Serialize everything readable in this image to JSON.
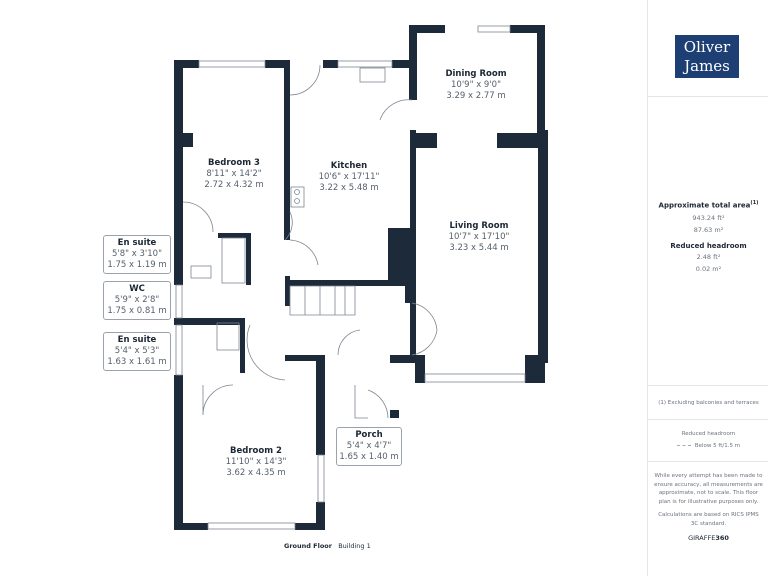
{
  "rooms": [
    {
      "name": "Dining Room",
      "imperial": "10'9\" x 9'0\"",
      "metric": "3.29 x 2.77 m"
    },
    {
      "name": "Bedroom 3",
      "imperial": "8'11\" x 14'2\"",
      "metric": "2.72 x 4.32 m"
    },
    {
      "name": "Kitchen",
      "imperial": "10'6\" x 17'11\"",
      "metric": "3.22 x 5.48 m"
    },
    {
      "name": "Living Room",
      "imperial": "10'7\" x 17'10\"",
      "metric": "3.23 x 5.44 m"
    },
    {
      "name": "Bedroom 2",
      "imperial": "11'10\" x 14'3\"",
      "metric": "3.62 x 4.35 m"
    }
  ],
  "callouts": [
    {
      "name": "En suite",
      "imperial": "5'8\" x 3'10\"",
      "metric": "1.75 x 1.19 m"
    },
    {
      "name": "WC",
      "imperial": "5'9\" x 2'8\"",
      "metric": "1.75 x 0.81 m"
    },
    {
      "name": "En suite",
      "imperial": "5'4\" x 5'3\"",
      "metric": "1.63 x 1.61 m"
    },
    {
      "name": "Porch",
      "imperial": "5'4\" x 4'7\"",
      "metric": "1.65 x 1.40 m"
    }
  ],
  "footer": {
    "floor": "Ground Floor",
    "building": "Building 1"
  },
  "sidebar": {
    "logo": {
      "line1": "Oliver",
      "line2": "James"
    },
    "area_title": "Approximate total area",
    "area_sup": "(1)",
    "area_ft": "943.24 ft²",
    "area_m": "87.63 m²",
    "reduced_title": "Reduced headroom",
    "reduced_ft": "2.48 ft²",
    "reduced_m": "0.02 m²",
    "footnote": "(1) Excluding balconies and terraces",
    "legend_title": "Reduced headroom",
    "legend_item": "Below 5 ft/1.5 m",
    "disclaimer": "While every attempt has been made to ensure accuracy, all measurements are approximate, not to scale. This floor plan is for illustrative purposes only.",
    "calc": "Calculations are based on RICS IPMS 3C standard.",
    "brand_a": "GIRAFFE",
    "brand_b": "360"
  },
  "colors": {
    "wall": "#1c2a3a",
    "logo_bg": "#1d3f74"
  }
}
